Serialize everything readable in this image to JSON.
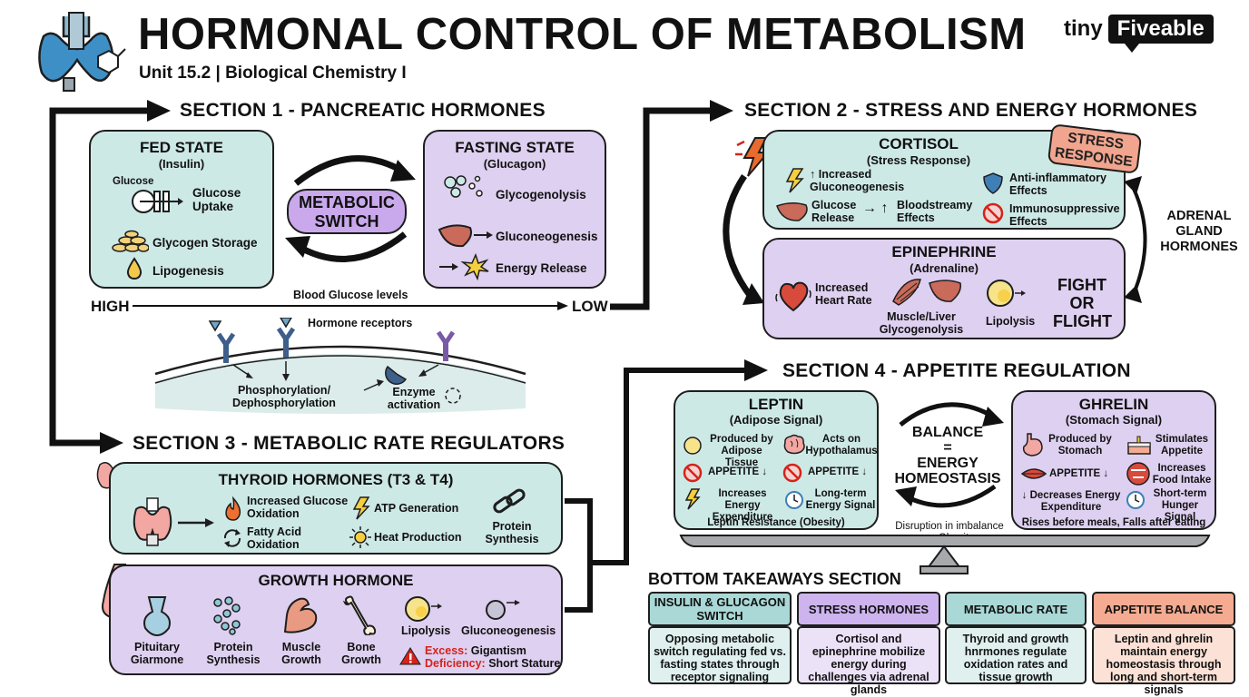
{
  "header": {
    "title": "HORMONAL CONTROL OF METABOLISM",
    "subtitle": "Unit 15.2 | Biological Chemistry I",
    "brand_tiny": "tiny",
    "brand_main": "Fiveable"
  },
  "section1": {
    "heading": "SECTION 1 - PANCREATIC HORMONES",
    "fed": {
      "title": "FED STATE",
      "subtitle": "(Insulin)",
      "glucose_label": "Glucose",
      "uptake": "Glucose Uptake",
      "glycogen": "Glycogen Storage",
      "lipogenesis": "Lipogenesis"
    },
    "switch_label": "METABOLIC SWITCH",
    "fasting": {
      "title": "FASTING STATE",
      "subtitle": "(Glucagon)",
      "glycogenolysis": "Glycogenolysis",
      "gluconeogenesis": "Gluconeogenesis",
      "energy_release": "Energy Release"
    },
    "glucose_axis": {
      "high": "HIGH",
      "label": "Blood Glucose levels",
      "low": "LOW"
    },
    "receptors": {
      "label": "Hormone receptors",
      "phos": "Phosphorylation/ Dephosphorylation",
      "enzyme": "Enzyme activation"
    }
  },
  "section2": {
    "heading": "SECTION 2 - STRESS AND ENERGY HORMONES",
    "cortisol": {
      "title": "CORTISOL",
      "subtitle": "(Stress Response)",
      "badge": "STRESS RESPONSE",
      "gluconeo": "Increased Gluconeogenesis",
      "glucose_release": "Glucose Release",
      "bloodstream": "Bloodstreamy Effects",
      "anti_inflam": "Anti-inflammatory Effects",
      "immuno": "Immunosuppressive Effects"
    },
    "adrenal_label": "ADRENAL GLAND HORMONES",
    "epinephrine": {
      "title": "EPINEPHRINE",
      "subtitle": "(Adrenaline)",
      "heart": "Increased Heart Rate",
      "muscle": "Muscle/Liver Glycogenolysis",
      "lipolysis": "Lipolysis",
      "fight": "FIGHT OR FLIGHT"
    }
  },
  "section3": {
    "heading": "SECTION 3 - METABOLIC RATE REGULATORS",
    "thyroid": {
      "title": "THYROID HORMONES (T3 & T4)",
      "glucose_ox": "Increased Glucose Oxidation",
      "atp": "ATP Generation",
      "fatty": "Fatty Acid Oxidation",
      "heat": "Heat Production",
      "protein": "Protein Synthesis"
    },
    "growth": {
      "title": "GROWTH HORMONE",
      "pituitary": "Pituitary Giarmone",
      "protein": "Protein Synthesis",
      "muscle": "Muscle Growth",
      "bone": "Bone Growth",
      "lipolysis": "Lipolysis",
      "gluconeo": "Gluconeogenesis",
      "excess_label": "Excess:",
      "excess_value": "Gigantism",
      "deficiency_label": "Deficiency:",
      "deficiency_value": "Short Stature"
    }
  },
  "section4": {
    "heading": "SECTION 4 - APPETITE REGULATION",
    "leptin": {
      "title": "LEPTIN",
      "subtitle": "(Adipose Signal)",
      "produced": "Produced by Adipose Tissue",
      "acts": "Acts on Hypothalamus",
      "appetite1": "APPETITE",
      "appetite2": "APPETITE",
      "expenditure": "Increases Energy Expenditure",
      "longterm": "Long-term Energy Signal",
      "footer": "Leptin Resistance (Obesity)"
    },
    "balance": {
      "balance": "BALANCE",
      "eq": "=",
      "energy": "ENERGY",
      "homeostasis": "HOMEOSTASIS",
      "disruption": "Disruption in imbalance → Obesity"
    },
    "ghrelin": {
      "title": "GHRELIN",
      "subtitle": "(Stomach Signal)",
      "produced": "Produced by Stomach",
      "stimulates": "Stimulates Appetite",
      "appetite": "APPETITE",
      "food": "Increases Food Intake",
      "decreases": "Decreases Energy Expenditure",
      "shortterm": "Short-term Hunger Signal",
      "footer": "Rises before meals, Falls after eating"
    }
  },
  "takeaways": {
    "heading": "BOTTOM TAKEAWAYS SECTION",
    "cards": [
      {
        "title": "INSULIN & GLUCAGON SWITCH",
        "body": "Opposing metabolic switch regulating fed vs. fasting states through receptor signaling"
      },
      {
        "title": "STRESS HORMONES",
        "body": "Cortisol and epinephrine mobilize energy during challenges via adrenal glands"
      },
      {
        "title": "METABOLIC RATE",
        "body": "Thyroid and growth hnrmones regulate oxidation rates and tissue growth"
      },
      {
        "title": "APPETITE BALANCE",
        "body": "Leptin and ghrelin maintain energy homeostasis through long and short-term signals"
      }
    ]
  },
  "colors": {
    "teal_panel": "#cde9e6",
    "lavender_panel": "#ded0f0",
    "switch_pill": "#c9a8ec",
    "stress_badge": "#f2a58e",
    "card_teal": "#a9d8d6",
    "card_lavender": "#cdb4ee",
    "card_salmon": "#f4ab91",
    "card_body_teal": "#dff0ef",
    "card_body_lavender": "#ece2f8",
    "card_body_salmon": "#fbe1d6",
    "danger": "#d4231b"
  },
  "icons": [
    "thyroid-molecule-icon",
    "fiveable-logo-icon",
    "glucose-channel-icon",
    "glycogen-icon",
    "lipid-drop-icon",
    "glycogen-dots-icon",
    "liver-icon",
    "burst-icon",
    "receptor-icon",
    "enzyme-icon",
    "lightning-icon",
    "shield-icon",
    "no-symbol-icon",
    "heart-icon",
    "muscle-icon",
    "lipolysis-cell-icon",
    "thyroid-icon",
    "flame-icon",
    "recycle-icon",
    "sun-icon",
    "chain-icon",
    "nose-icon",
    "pituitary-icon",
    "dna-icon",
    "bicep-icon",
    "bone-icon",
    "warning-icon",
    "brain-icon",
    "clock-icon",
    "stomach-icon",
    "cake-icon",
    "mouth-icon",
    "scale-icon"
  ]
}
